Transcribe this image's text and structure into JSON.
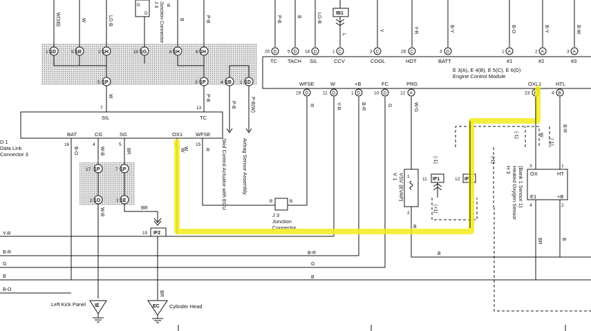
{
  "connectors": {
    "ecm": {
      "pins": {
        "tc": "20",
        "tach": "5",
        "sil": "18",
        "ccv": "1",
        "cool": "3",
        "hot": "28",
        "batt": "3",
        "n1": "1",
        "n2": "2",
        "n3": "3",
        "wfse": "19",
        "w": "11",
        "plusb": "1",
        "fc": "10",
        "prg": "12",
        "oxl1": "23",
        "htl": "4"
      },
      "pin_letters": {
        "tc": "D",
        "tach": "D",
        "sil": "D",
        "ccv": "C",
        "cool": "C",
        "hot": "C",
        "batt": "D",
        "n1": "A",
        "n2": "A",
        "n3": "A",
        "wfse": "D",
        "w": "D",
        "plusb": "D",
        "fc": "D",
        "prg": "A",
        "oxl1": "B",
        "htl": "B"
      },
      "labels": {
        "tc": "TC",
        "tach": "TACH",
        "sil": "SIL",
        "ccv": "CCV",
        "cool": "COOL",
        "hot": "HOT",
        "batt": "BATT",
        "n1": "#1",
        "n2": "#2",
        "n3": "#3",
        "wfse": "WFSE",
        "w": "W",
        "plusb": "+B",
        "fc": "FC",
        "prg": "PRG",
        "oxl1": "OXL1",
        "htl": "HTL"
      },
      "refs": "E 3(A), E 4(B), E 5(C), E 6(D)",
      "name": "Engine Control Module"
    },
    "j3top": {
      "ref": "J 3",
      "name": "Junction Connector",
      "pin_labels": [
        "D",
        "D",
        "B"
      ]
    },
    "top_row": [
      {
        "num": "1",
        "id": "1D"
      },
      {
        "num": "5",
        "id": "1B"
      },
      {
        "num": "2",
        "id": "1H"
      },
      {
        "num": "10",
        "id": "1G"
      },
      {
        "num": "8",
        "id": "1H"
      },
      {
        "num": "6",
        "id": "1H"
      }
    ],
    "mid_row": [
      {
        "num": "5",
        "id": "1P"
      },
      {
        "num": "3",
        "id": "1P"
      },
      {
        "num": "4",
        "id": "1B"
      },
      {
        "num": "1",
        "id": "1D"
      }
    ],
    "ib1": "IB1",
    "dlc": {
      "ref": "D 1",
      "name": "Data Link",
      "name2": "Connector 3",
      "pins": {
        "sil": "SIL",
        "tc": "TC",
        "bat": "BAT",
        "cg": "CG",
        "sg": "SG",
        "ox1": "OX1",
        "wfse": "WFSE"
      },
      "pin_nums": {
        "sil": "7",
        "tc": "13",
        "bat": "16",
        "cg": "4",
        "sg": "5",
        "ox1": "1",
        "wfse": "15"
      }
    },
    "lower_left": [
      {
        "num": "17",
        "id": "1P"
      },
      {
        "num": "7",
        "id": "1P"
      },
      {
        "num": "2",
        "id": "1O"
      },
      {
        "num": "1",
        "id": "1E"
      }
    ],
    "if2": {
      "num": "15",
      "id": "IF2"
    },
    "j3mid": {
      "ref": "J 3",
      "name": "Junction",
      "name2": "Connector",
      "pin_a": "B",
      "pin_b": "B"
    },
    "vsv": {
      "ref": "V 1",
      "name": "VSV (EVAP)",
      "pin1": "1",
      "pin2": "2"
    },
    "if1a": {
      "num": "11",
      "id": "IF1"
    },
    "if1b": {
      "num": "12",
      "id": "IF1"
    },
    "h3": {
      "ref": "H 3",
      "name": "Heated Oxygen Sensor",
      "name2": "(Bank 1 Sensor 1)",
      "pins": {
        "ox": "OX",
        "ht": "HT",
        "e1": "E1",
        "plusb": "+B"
      },
      "pin_nums": {
        "ox": "3",
        "ht": "1",
        "e1": "4",
        "plusb": "2"
      }
    },
    "shield_labels": {
      "a": "(-1)",
      "b": "(-1)",
      "c": "(+1)",
      "d": "(-1)",
      "e": "(-1)"
    }
  },
  "components": {
    "skid": "Skid Control Actuator with ECU",
    "airbag": "Airbag Sensor Assembly"
  },
  "wire_colors": {
    "wsb": "W(SB)",
    "w1": "W",
    "lgb": "LG-B",
    "b1": "B",
    "pb1": "P-B",
    "dlc_w": "W",
    "dlc_pb": "P-B",
    "skid_pb": "P-B",
    "airbag_pbw": "P-B(W)",
    "bat_bo": "B-O",
    "cg_wb": "W-B",
    "sg_br": "BR",
    "ox_w": "W",
    "wfse_r": "R",
    "lower_wb": "W-B",
    "lower_br": "BR",
    "if2_br": "BR",
    "ecm_r": "R",
    "ecm_yr": "Y-R",
    "ecm_br": "B-R",
    "ecm_g": "G",
    "ecm_wg": "W-G",
    "top_pb": "P-B",
    "top_b": "B",
    "top_lgb": "LG-B",
    "top_l": "L",
    "top_y": "Y",
    "top_yr": "Y-R",
    "top_by": "B-Y",
    "top_bo": "B-O",
    "top_by2": "B-Y",
    "top_bw": "B-W",
    "oxl_w": "W",
    "htl_br": "B-R",
    "h3_br": "BR",
    "h3_b": "B",
    "vsv_b": "B",
    "left": [
      "Y-R",
      "B-R",
      "G",
      "B",
      "B-O"
    ],
    "bus_br": "B-R",
    "bus_g": "G",
    "bus_b": "B",
    "bus_b2": "B"
  },
  "grounds": {
    "ie": {
      "id": "IE",
      "label": "Left Kick Panel"
    },
    "ec": {
      "id": "EC",
      "label": "Cylinder Head"
    }
  },
  "highlight_color": "#f2ec1a"
}
